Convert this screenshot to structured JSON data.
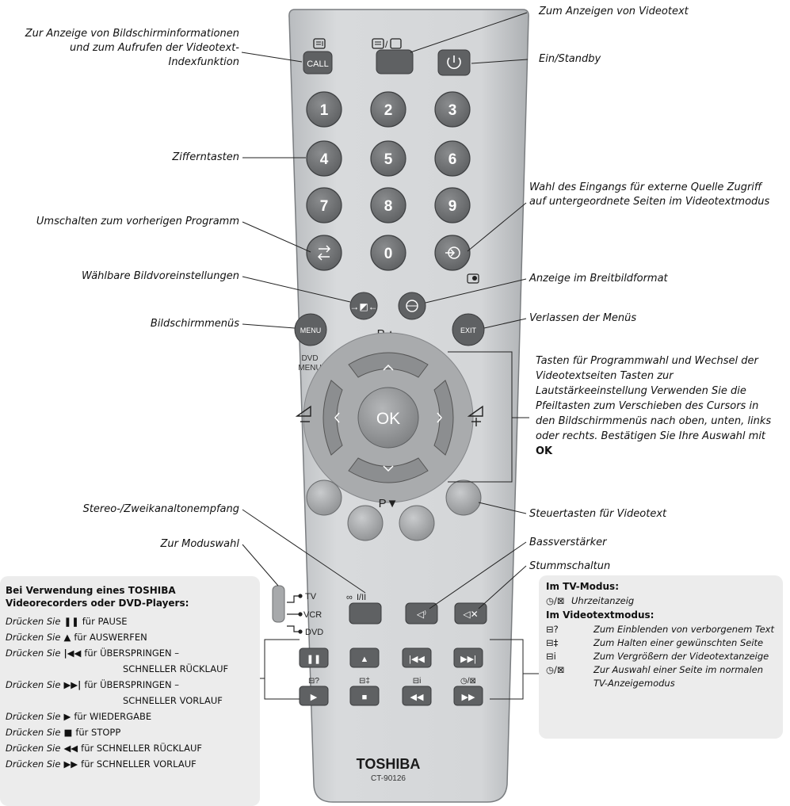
{
  "callouts": {
    "info_call": "Zur Anzeige von Bildschirminformationen und zum Aufrufen der Videotext-Indexfunktion",
    "videotext": "Zum Anzeigen von Videotext",
    "standby": "Ein/Standby",
    "digits": "Zifferntasten",
    "prev_program": "Umschalten zum vorherigen Programm",
    "input_select": "Wahl des Eingangs für externe Quelle Zugriff auf untergeordnete Seiten im Videotextmodus",
    "picture_presets": "Wählbare Bildvoreinstellungen",
    "widescreen": "Anzeige im Breitbildformat",
    "screen_menus": "Bildschirmmenüs",
    "exit_menus": "Verlassen der Menüs",
    "arrow_keys_pre": "Tasten für Programmwahl und Wechsel der Videotextseiten Tasten zur Lautstärkeeinstellung Verwenden Sie die Pfeiltasten zum Verschieben des Cursors in den Bildschirmmenüs nach oben, unten, links oder rechts. Bestätigen Sie Ihre Auswahl mit",
    "arrow_keys_ok": "OK",
    "stereo": "Stereo-/Zweikanaltonempfang",
    "teletext_keys": "Steuertasten für Videotext",
    "mode_select": "Zur Moduswahl",
    "bass": "Bassverstärker",
    "mute": "Stummschaltun"
  },
  "left_box": {
    "heading": "Bei Verwendung eines TOSHIBA Videorecorders oder DVD-Players:",
    "rows": [
      {
        "pre": "Drücken Sie",
        "sym": "❚❚",
        "post": "für PAUSE"
      },
      {
        "pre": "Drücken Sie",
        "sym": "▲",
        "post": "für AUSWERFEN"
      },
      {
        "pre": "Drücken Sie",
        "sym": "|◀◀",
        "post": "für ÜBERSPRINGEN –"
      },
      {
        "pre": "",
        "sym": "",
        "post": "SCHNELLER RÜCKLAUF"
      },
      {
        "pre": "Drücken Sie",
        "sym": "▶▶|",
        "post": "für ÜBERSPRINGEN –"
      },
      {
        "pre": "",
        "sym": "",
        "post": "SCHNELLER VORLAUF"
      },
      {
        "pre": "Drücken Sie",
        "sym": "▶",
        "post": "für WIEDERGABE"
      },
      {
        "pre": "Drücken Sie",
        "sym": "■",
        "post": "für STOPP"
      },
      {
        "pre": "Drücken Sie",
        "sym": "◀◀",
        "post": "für SCHNELLER RÜCKLAUF"
      },
      {
        "pre": "Drücken Sie",
        "sym": "▶▶",
        "post": "für SCHNELLER VORLAUF"
      }
    ]
  },
  "right_box": {
    "tv_heading": "Im TV-Modus:",
    "tv_rows": [
      {
        "sym": "◷/⊠",
        "text": "Uhrzeitanzeig"
      }
    ],
    "vt_heading": "Im Videotextmodus:",
    "vt_rows": [
      {
        "sym": "⊟?",
        "text": "Zum Einblenden von verborgenem Text"
      },
      {
        "sym": "⊟‡",
        "text": "Zum Halten einer gewünschten Seite"
      },
      {
        "sym": "⊟i",
        "text": "Zum Vergrößern der Videotextanzeige"
      },
      {
        "sym": "◷/⊠",
        "text": "Zur Auswahl einer Seite im normalen TV-Anzeigemodus"
      }
    ]
  },
  "remote": {
    "call_label": "CALL",
    "menu_label": "MENU",
    "exit_label": "EXIT",
    "ok_label": "OK",
    "dvd_menu_label_1": "DVD",
    "dvd_menu_label_2": "MENU",
    "p_up_label": "P▲",
    "p_down_label": "P▼",
    "digits": [
      "1",
      "2",
      "3",
      "4",
      "5",
      "6",
      "7",
      "8",
      "9",
      "0"
    ],
    "tv_label": "TV",
    "vcr_label": "VCR",
    "dvd_label": "DVD",
    "stereo_label": "I/II",
    "brand": "TOSHIBA",
    "model": "CT-90126"
  },
  "colors": {
    "remote_body": "#cfd1d3",
    "digit_button": "#707274",
    "box_bg": "#ececec"
  },
  "icons": {
    "info": "info-icon",
    "teletext": "teletext-icon",
    "power": "power-icon",
    "return": "return-icon",
    "input": "input-icon",
    "picture": "picture-preset-icon",
    "widescreen": "widescreen-icon",
    "volume_down": "volume-down-icon",
    "volume_up": "volume-up-icon",
    "bass": "bass-icon",
    "mute": "mute-icon"
  }
}
